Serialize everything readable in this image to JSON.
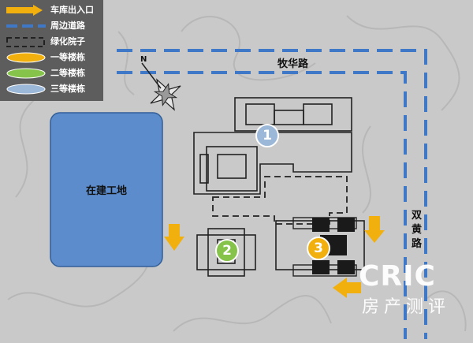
{
  "legend": {
    "entrance": "车库出入口",
    "road": "周边道路",
    "green": "绿化院子",
    "class1": "一等楼栋",
    "class2": "二等楼栋",
    "class3": "三等楼栋"
  },
  "roads": {
    "north": "牧华路",
    "east_char1": "双",
    "east_char2": "黄",
    "east_char3": "路"
  },
  "site_label": "在建工地",
  "compass_letter": "N",
  "buildings": {
    "b1": "1",
    "b2": "2",
    "b3": "3"
  },
  "watermark": {
    "top": "CRIC",
    "bottom": "房产测评"
  },
  "colors": {
    "background": "#c9c9c9",
    "legend_bg": "#5d5d5d",
    "road": "#3f78c6",
    "site": "#5c8ccc",
    "entrance": "#f2b00e",
    "class1": "#f2b00e",
    "class2": "#86c34a",
    "class3": "#9cb8d8"
  }
}
